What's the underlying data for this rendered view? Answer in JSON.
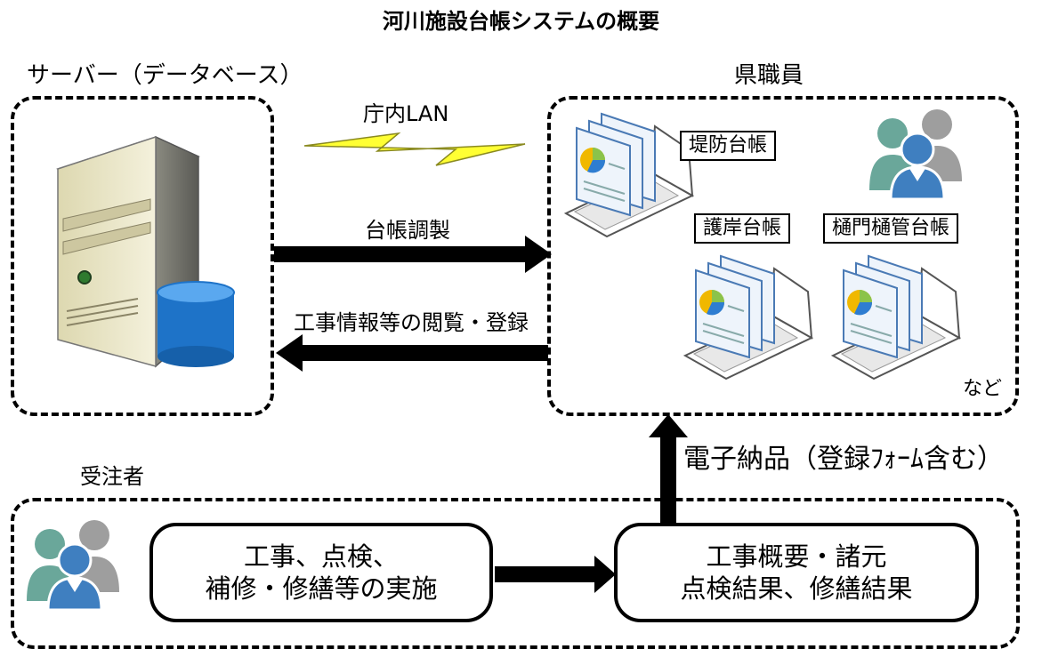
{
  "title": "河川施設台帳システムの概要",
  "server": {
    "label": "サーバー（データベース）"
  },
  "staff": {
    "label": "県職員",
    "etc": "など"
  },
  "network": {
    "label": "庁内LAN"
  },
  "flows": {
    "ledger": "台帳調製",
    "browse": "工事情報等の閲覧・登録",
    "delivery": "電子納品（登録ﾌｫｰﾑ含む）"
  },
  "ledgers": [
    "堤防台帳",
    "護岸台帳",
    "樋門樋管台帳"
  ],
  "contractor": {
    "label": "受注者",
    "work": [
      "工事、点検、",
      "補修・修繕等の実施"
    ],
    "results": [
      "工事概要・諸元",
      "点検結果、修繕結果"
    ]
  },
  "colors": {
    "lightning": "#ffff33",
    "db_blue": "#1e73c8",
    "person_teal": "#6aa79a",
    "person_gray": "#9e9e9e",
    "person_blue": "#3f7fc0"
  },
  "icons": [
    "server-icon",
    "database-icon",
    "lightning-icon",
    "laptop-icon",
    "people-icon"
  ]
}
